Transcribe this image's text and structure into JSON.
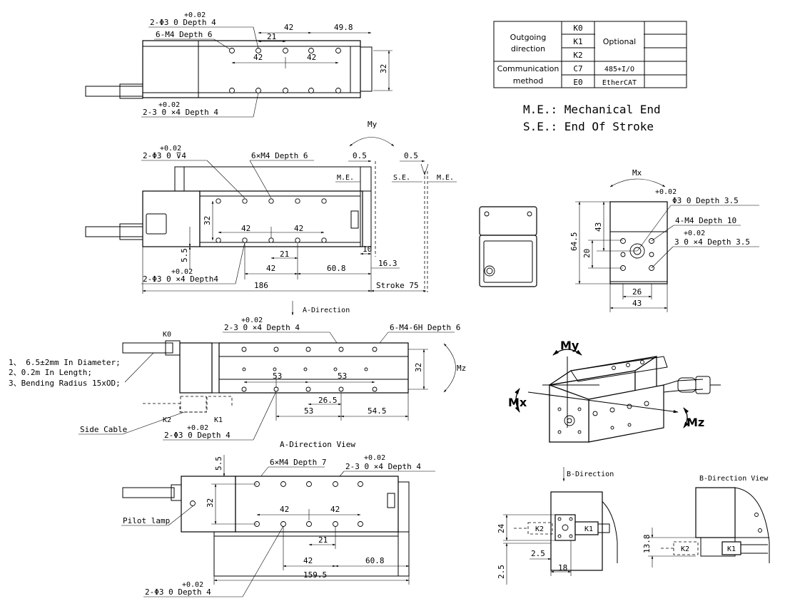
{
  "legend": {
    "me": "M.E.: Mechanical End",
    "se": "S.E.: End Of Stroke"
  },
  "table": {
    "row_outgoing": "Outgoing",
    "row_outgoing_2": "direction",
    "row_comm": "Communication",
    "row_comm_2": "method",
    "codes": [
      "K0",
      "K1",
      "K2",
      "C7",
      "E0"
    ],
    "optional": "Optional",
    "c7_val": "485+I/O",
    "e0_val": "EtherCAT"
  },
  "top_view": {
    "tol": "+0.02",
    "hole_a": "2-Φ3  0    Depth 4",
    "m4": "6-M4 Depth 6",
    "d42a": "42",
    "d21": "21",
    "d49": "49.8",
    "d42b": "42",
    "d42c": "42",
    "d32": "32",
    "tol2": "+0.02",
    "hole_b": "2-3  0   ×4 Depth 4"
  },
  "side_view": {
    "my": "My",
    "tol": "+0.02",
    "hole_a": "2-Φ3  0   ⊽4",
    "m4": "6×M4 Depth 6",
    "d05a": "0.5",
    "d05b": "0.5",
    "me1": "M.E.",
    "se": "S.E.",
    "me2": "M.E.",
    "d32": "32",
    "d42a": "42",
    "d42b": "42",
    "d21": "21",
    "d42c": "42",
    "d608": "60.8",
    "d10": "10",
    "d163": "16.3",
    "d55": "5.5",
    "tol2": "+0.02",
    "hole_b": "2-Φ3  0   ×4 Depth4",
    "d186": "186",
    "stroke": "Stroke 75"
  },
  "end_view": {
    "mx": "Mx",
    "tol": "+0.02",
    "hole_a": "Φ3  0    Depth 3.5",
    "m4": "4-M4 Depth 10",
    "tol2": "+0.02",
    "hole_b": "3  0   ×4 Depth 3.5",
    "d43": "43",
    "d645": "64.5",
    "d20": "20",
    "d26": "26",
    "d43b": "43"
  },
  "a_dir": {
    "label": "A-Direction",
    "tol": "+0.02",
    "hole_a": "2-3  0   ×4 Depth 4",
    "m4": "6-M4-6H Depth 6",
    "k0": "K0",
    "note1": "1、 6.5±2mm In Diameter;",
    "note2": "2、0.2m In Length;",
    "note3": "3、Bending Radius 15xOD;",
    "mz": "Mz",
    "d53a": "53",
    "d53b": "53",
    "d32": "32",
    "d265": "26.5",
    "d53c": "53",
    "d545": "54.5",
    "k2": "K2",
    "k1": "K1",
    "side_cable": "Side Cable",
    "tol2": "+0.02",
    "hole_b": "2-Φ3  0    Depth 4",
    "view": "A-Direction View"
  },
  "iso": {
    "my": "My",
    "mx": "Mx",
    "mz": "Mz"
  },
  "bottom_view": {
    "d55": "5.5",
    "m4": "6×M4 Depth 7",
    "tol": "+0.02",
    "hole_a": "2-3  0   ×4 Depth 4",
    "d32": "32",
    "pilot": "Pilot lamp",
    "d42a": "42",
    "d42b": "42",
    "d21": "21",
    "d42c": "42",
    "d608": "60.8",
    "d1595": "159.5",
    "tol2": "+0.02",
    "hole_b": "2-Φ3  0    Depth 4"
  },
  "b_dir": {
    "label": "B-Direction",
    "view": "B-Direction View",
    "k2": "K2",
    "k1": "K1",
    "d24": "24",
    "d25a": "2.5",
    "d25b": "2.5",
    "d18": "18",
    "k2b": "K2",
    "k1b": "K1",
    "d138": "13.8"
  }
}
